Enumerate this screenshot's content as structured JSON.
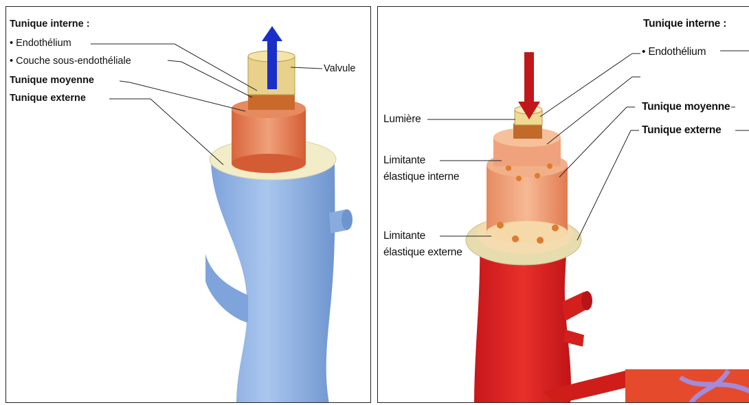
{
  "vein": {
    "title_internal": "Tunique interne :",
    "endothelium": "• Endothélium",
    "subendothelial": "• Couche sous-endothéliale",
    "media": "Tunique moyenne",
    "externa": "Tunique externe",
    "valve": "Valvule"
  },
  "artery": {
    "title_internal": "Tunique interne :",
    "endothelium": "• Endothélium",
    "media": "Tunique moyenne",
    "externa": "Tunique externe",
    "lumen": "Lumière",
    "iel_1": "Limitante",
    "iel_2": "élastique interne",
    "eel_1": "Limitante",
    "eel_2": "élastique externe"
  },
  "colors": {
    "vein_body": "#8fb2e3",
    "artery_body": "#e0221e",
    "flow_arrow_vein": "#1a2fc8",
    "flow_arrow_artery": "#c0181a",
    "muscle_layer": "#e8865a",
    "adventitia": "#f2ecc8"
  }
}
